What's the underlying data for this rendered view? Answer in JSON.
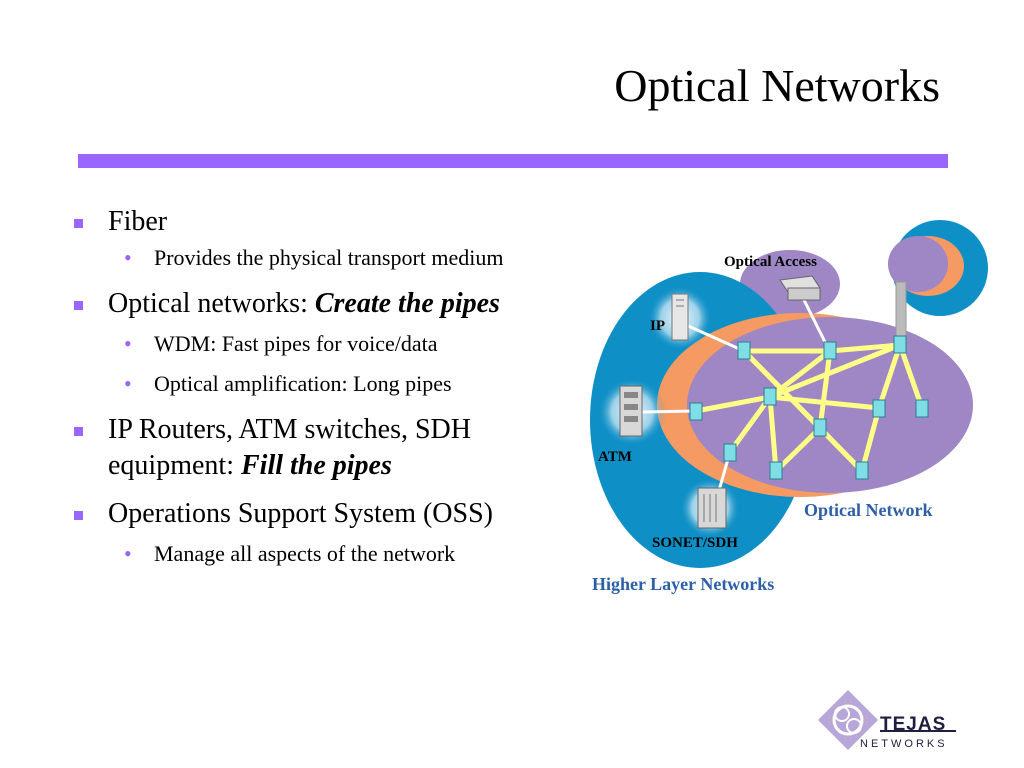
{
  "slide": {
    "title": "Optical Networks"
  },
  "bullets": [
    {
      "text": "Fiber",
      "subs": [
        "Provides the physical transport medium"
      ]
    },
    {
      "text": "Optical networks: ",
      "emph": "Create the pipes",
      "subs": [
        "WDM: Fast pipes for voice/data",
        "Optical amplification: Long pipes"
      ]
    },
    {
      "text": "IP Routers, ATM switches, SDH equipment: ",
      "emph": "Fill the pipes",
      "subs": []
    },
    {
      "text": "Operations Support System (OSS)",
      "subs": [
        "Manage all aspects of the network"
      ]
    }
  ],
  "diagram": {
    "labels": {
      "optical_access": "Optical Access",
      "ip": "IP",
      "atm": "ATM",
      "sonet_sdh": "SONET/SDH",
      "optical_network": "Optical Network",
      "higher_layer": "Higher Layer Networks"
    },
    "colors": {
      "higher_layer_blob": "#0e8fc6",
      "optical_blob": "#9e87c4",
      "orange_ring": "#f59a62",
      "link": "#ffff88",
      "node": "#7fdde6",
      "label_blue": "#2d5fa8",
      "accent_purple": "#9966ff"
    }
  },
  "logo": {
    "word": "TEJAS",
    "sub": "NETWORKS"
  }
}
